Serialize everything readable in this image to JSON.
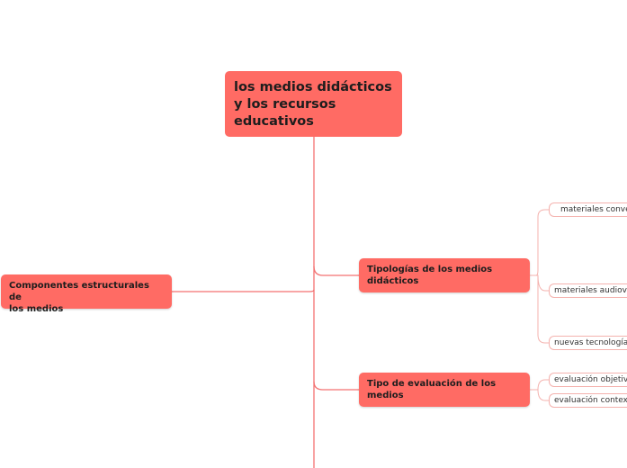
{
  "root": {
    "label": "los medios didácticos\ny los recursos\neducativos"
  },
  "branches": {
    "left": {
      "label": "Componentes estructurales de\nlos medios"
    },
    "tipologias": {
      "label": "Tipologías de los medios\ndidácticos",
      "children": [
        "materiales convencionales",
        "materiales audiovisuales",
        "nuevas tecnologías"
      ]
    },
    "evaluacion": {
      "label": "Tipo de evaluación de los\nmedios",
      "children": [
        "evaluación objetiva",
        "evaluación contextual"
      ]
    }
  },
  "colors": {
    "node_fill": "#ff6b64",
    "connector": "#f37272",
    "sub_connector": "#f4b2ae"
  }
}
